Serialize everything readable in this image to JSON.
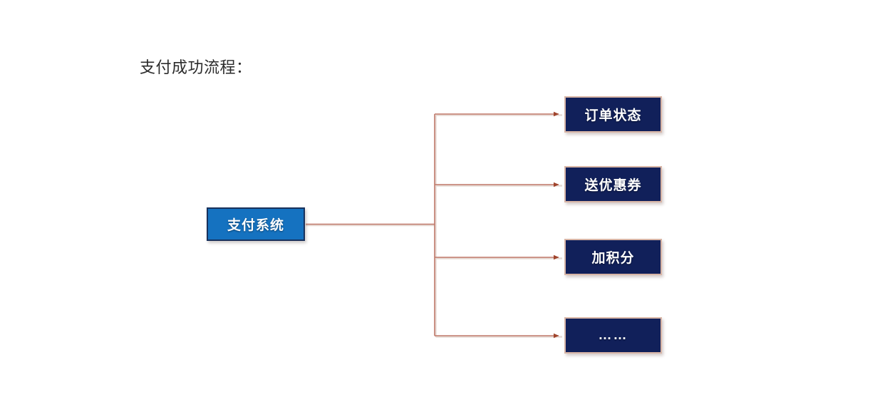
{
  "slide": {
    "title": "支付成功流程：",
    "background_color": "#ffffff"
  },
  "colors": {
    "source_fill": "#1572c0",
    "source_border": "#18315c",
    "target_fill": "#11205a",
    "target_border": "#d8b5a6",
    "connector_line": "#c0796a",
    "arrowhead": "#a0442c",
    "title_text": "#2b2b2b",
    "node_text": "#ffffff"
  },
  "chart_data": {
    "type": "diagram",
    "title": "支付成功流程：",
    "layout": "horizontal-tree-one-to-many",
    "source": {
      "id": "payment-system",
      "label": "支付系统"
    },
    "targets": [
      {
        "id": "order-status",
        "label": "订单状态"
      },
      {
        "id": "send-coupon",
        "label": "送优惠券"
      },
      {
        "id": "add-points",
        "label": "加积分"
      },
      {
        "id": "more",
        "label": "……"
      }
    ],
    "edges": [
      {
        "from": "payment-system",
        "to": "order-status",
        "style": "orthogonal-arrow"
      },
      {
        "from": "payment-system",
        "to": "send-coupon",
        "style": "orthogonal-arrow"
      },
      {
        "from": "payment-system",
        "to": "add-points",
        "style": "orthogonal-arrow"
      },
      {
        "from": "payment-system",
        "to": "more",
        "style": "orthogonal-arrow"
      }
    ]
  }
}
